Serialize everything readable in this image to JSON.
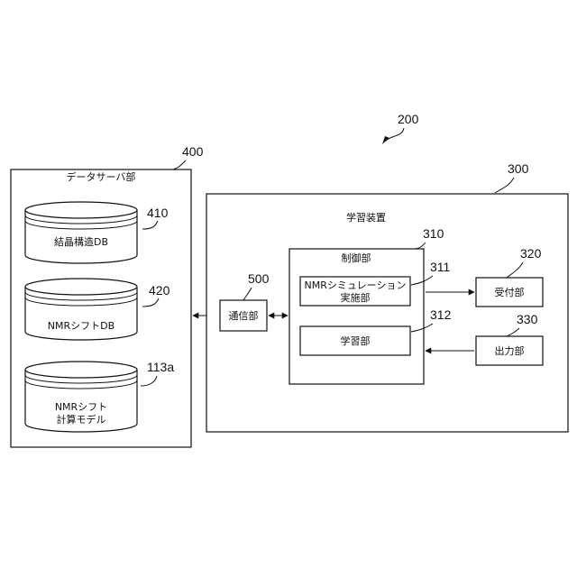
{
  "refs": {
    "system": "200",
    "data_server": "400",
    "learning_device": "300",
    "db_crystal": "410",
    "db_nmr_shift": "420",
    "model": "113a",
    "comm": "500",
    "control": "310",
    "nmr_sim": "311",
    "learning": "312",
    "receive": "320",
    "output": "330"
  },
  "data_server": {
    "title": "データサーバ部",
    "db1_label": "結晶構造DB",
    "db2_label": "NMRシフトDB",
    "db3_line1": "NMRシフト",
    "db3_line2": "計算モデル"
  },
  "learning_device": {
    "title": "学習装置",
    "comm_label": "通信部",
    "control_label": "制御部",
    "nmr_sim_line1": "NMRシミュレーション",
    "nmr_sim_line2": "実施部",
    "learning_label": "学習部",
    "receive_label": "受付部",
    "output_label": "出力部"
  }
}
